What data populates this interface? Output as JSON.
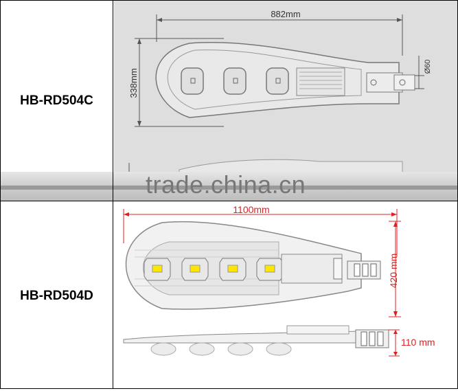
{
  "rows": [
    {
      "model": "HB-RD504C",
      "dims": {
        "length": "882mm",
        "width": "338mm",
        "pole": "Ø60"
      },
      "module_count": 3
    },
    {
      "model": "HB-RD504D",
      "dims": {
        "length": "1100mm",
        "width": "420 mm",
        "height": "110 mm"
      },
      "module_count": 4
    }
  ],
  "watermark": "trade.china.cn",
  "colors": {
    "dim_red": "#e02020",
    "panel_gray": "#dcdcdc",
    "border": "#000000"
  }
}
